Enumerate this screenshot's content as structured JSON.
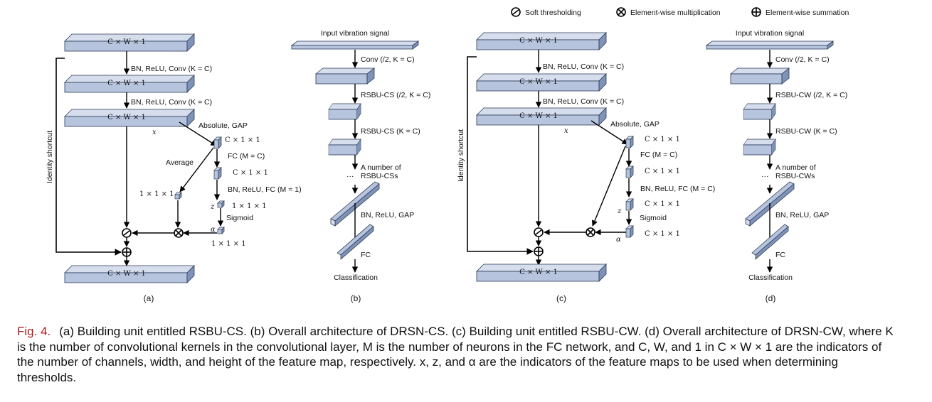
{
  "legend": {
    "soft_thresholding": "Soft thresholding",
    "multiplication": "Element-wise multiplication",
    "summation": "Element-wise summation"
  },
  "panel_a": {
    "top_label": "C × W × 1",
    "conv1": "BN, ReLU, Conv (K = C)",
    "mid_label": "C × W × 1",
    "conv2": "BN, ReLU, Conv (K = C)",
    "x_label": "C × W × 1",
    "x": "x",
    "abs_gap": "Absolute, GAP",
    "cw1": "C × 1 × 1",
    "fc1": "FC (M = C)",
    "cw2": "C × 1 × 1",
    "bn_fc": "BN, ReLU, FC (M = 1)",
    "z": "z",
    "one1": "1 × 1 × 1",
    "sigmoid": "Sigmoid",
    "alpha": "α",
    "one2": "1 × 1 × 1",
    "average": "Average",
    "avg_out": "1 × 1 × 1",
    "shortcut": "Identity shortcut",
    "out_label": "C × W × 1",
    "sub": "(a)"
  },
  "panel_b": {
    "input": "Input vibration signal",
    "conv": "Conv (/2, K = C)",
    "rsbu1": "RSBU-CS (/2, K = C)",
    "rsbu2": "RSBU-CS (K = C)",
    "many1": "A number of",
    "many2": "RSBU-CSs",
    "dots": "···",
    "gap": "BN, ReLU, GAP",
    "fc": "FC",
    "out": "Classification",
    "sub": "(b)"
  },
  "panel_c": {
    "top_label": "C × W × 1",
    "conv1": "BN, ReLU, Conv (K = C)",
    "mid_label": "C × W × 1",
    "conv2": "BN, ReLU, Conv (K = C)",
    "x_label": "C × W × 1",
    "x": "x",
    "abs_gap": "Absolute, GAP",
    "cw1": "C × 1 × 1",
    "fc1": "FC (M = C)",
    "cw2": "C × 1 × 1",
    "bn_fc": "BN, ReLU, FC (M = C)",
    "cw3": "C × 1 × 1",
    "z": "z",
    "sigmoid": "Sigmoid",
    "alpha": "α",
    "cw4": "C × 1 × 1",
    "shortcut": "Identity shortcut",
    "out_label": "C × W × 1",
    "sub": "(c)"
  },
  "panel_d": {
    "input": "Input vibration signal",
    "conv": "Conv (/2, K = C)",
    "rsbu1": "RSBU-CW (/2, K = C)",
    "rsbu2": "RSBU-CW (K = C)",
    "many1": "A number of",
    "many2": "RSBU-CWs",
    "dots": "···",
    "gap": "BN, ReLU, GAP",
    "fc": "FC",
    "out": "Classification",
    "sub": "(d)"
  },
  "caption": {
    "label": "Fig. 4.",
    "text": "(a) Building unit entitled RSBU-CS. (b) Overall architecture of DRSN-CS. (c) Building unit entitled RSBU-CW. (d) Overall architecture of DRSN-CW, where K is the number of convolutional kernels in the convolutional layer, M is the number of neurons in the FC network, and C, W, and 1 in C × W × 1 are the indicators of the number of channels, width, and height of the feature map, respectively. x, z, and α are the indicators of the feature maps to be used when determining thresholds."
  },
  "colors": {
    "box_face": "#b7c4de",
    "box_top": "#d6deee",
    "box_side": "#7f93b8",
    "caption_label": "#b01c1c"
  }
}
